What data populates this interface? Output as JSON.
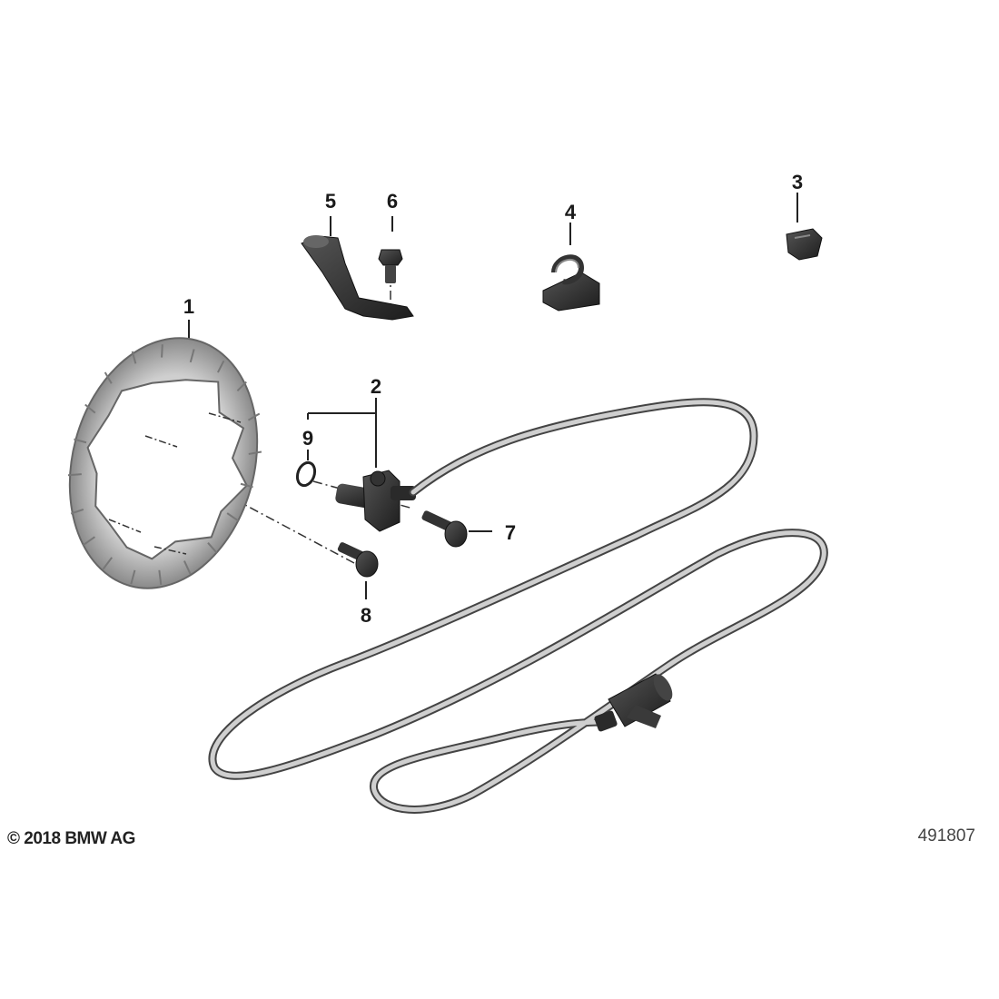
{
  "callouts": {
    "c1": "1",
    "c2": "2",
    "c3": "3",
    "c4": "4",
    "c5": "5",
    "c6": "6",
    "c7": "7",
    "c8": "8",
    "c9": "9"
  },
  "footer": {
    "copyright": "© 2018 BMW AG",
    "drawing_number": "491807"
  }
}
